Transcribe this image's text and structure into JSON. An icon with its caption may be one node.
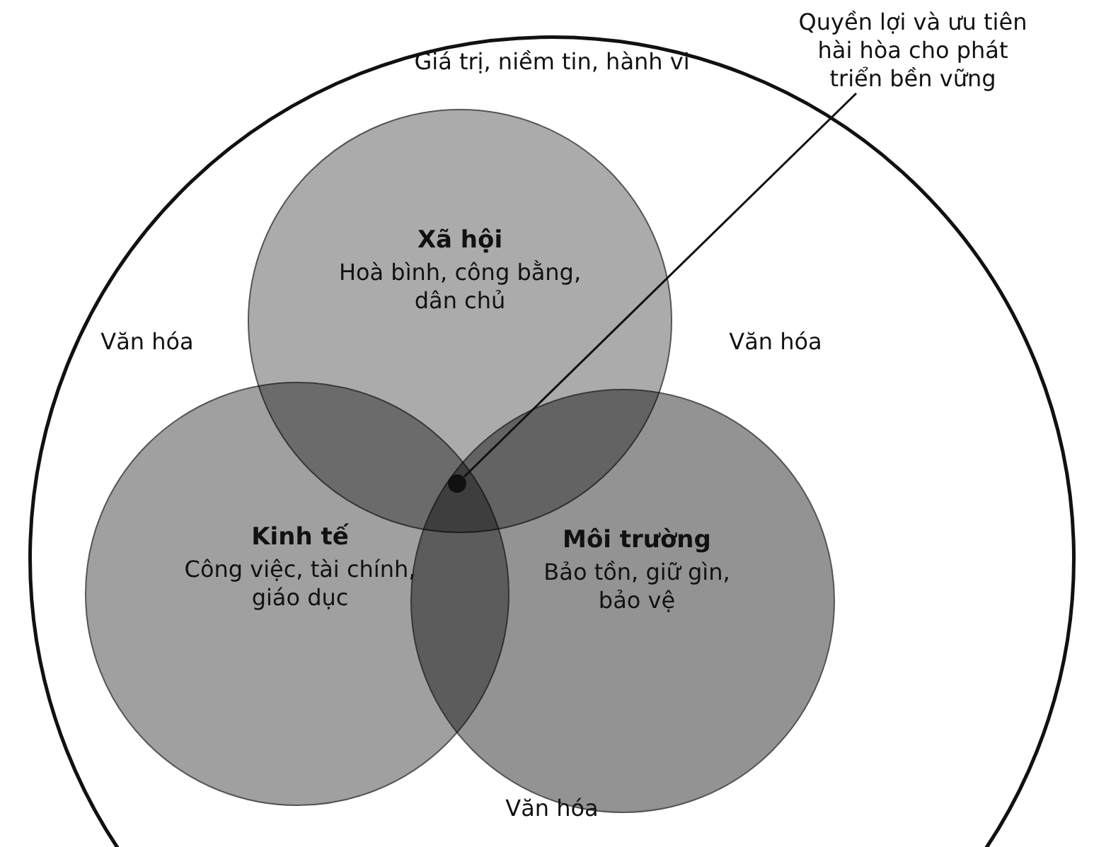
{
  "diagram": {
    "nodes": [
      {
        "text": [
          "Giá trị, niềm tin, hành vi",
          "Văn hóa",
          "Văn hóa",
          "Văn hóa"
        ]
      },
      {
        "text": [
          "Xã hội",
          "Hoà bình, công bằng, dân chủ"
        ],
        "in": 0
      },
      {
        "text": [
          "Kinh tế",
          "Công việc, tài chính, giáo dục"
        ],
        "in": 0
      },
      {
        "text": [
          "Môi trường",
          "Bảo tồn, giữ gìn, bảo vệ"
        ],
        "in": 0
      },
      {
        "text": [
          "Quyền lợi và ưu tiên hài hòa cho phát triển bền vững"
        ]
      },
      {
        "text": [],
        "shape": "circle"
      }
    ],
    "edges": [
      {
        "from": 4,
        "to": 5,
        "arrow": "none"
      }
    ]
  }
}
